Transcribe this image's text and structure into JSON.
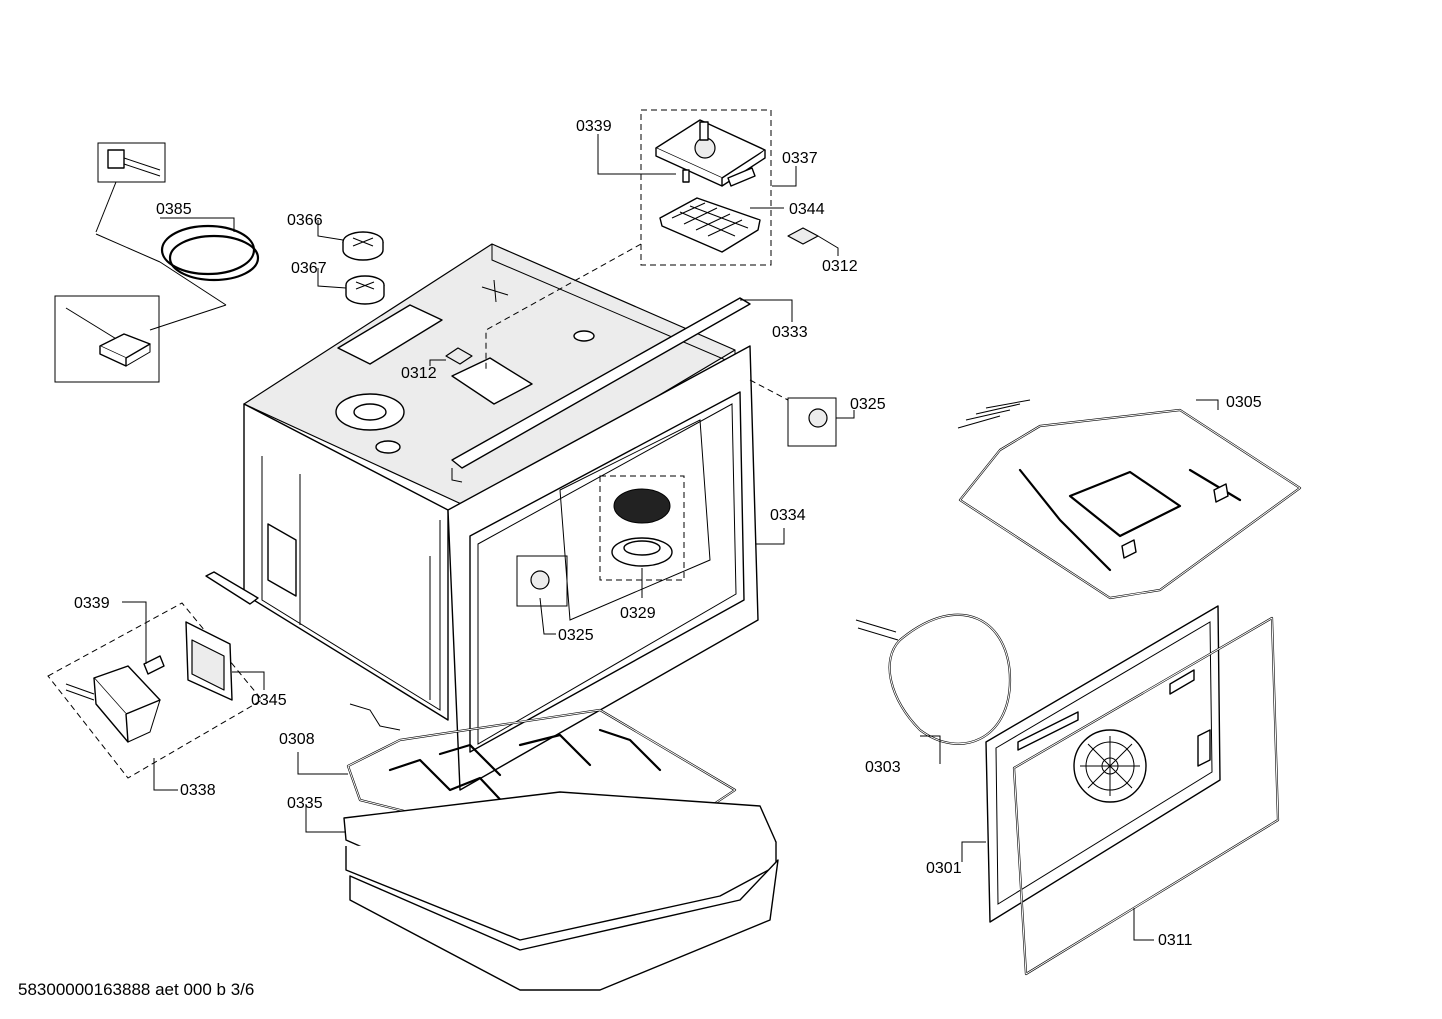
{
  "document_id": "58300000163888 aet 000 b 3/6",
  "labels": {
    "l0339_top": "0339",
    "l0337": "0337",
    "l0344": "0344",
    "l0312_right": "0312",
    "l0385": "0385",
    "l0366": "0366",
    "l0367": "0367",
    "l0333": "0333",
    "l0312_mid": "0312",
    "l0325_right": "0325",
    "l0305": "0305",
    "l0334": "0334",
    "l0329": "0329",
    "l0325_mid": "0325",
    "l0339_left": "0339",
    "l0345": "0345",
    "l0338": "0338",
    "l0308": "0308",
    "l0335": "0335",
    "l0303": "0303",
    "l0301": "0301",
    "l0311": "0311"
  }
}
